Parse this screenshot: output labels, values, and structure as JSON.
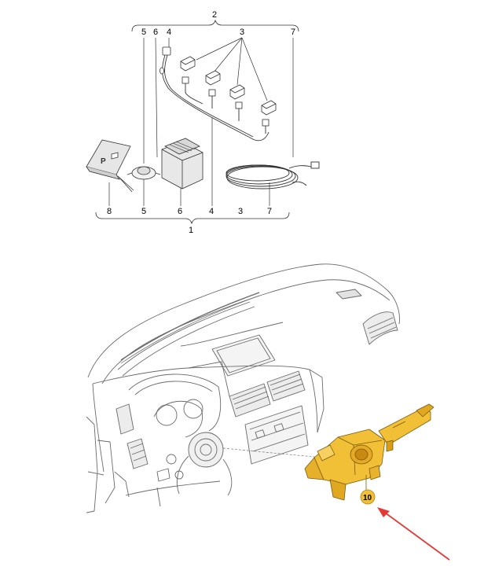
{
  "top_assembly": {
    "group_top": "2",
    "group_bottom": "1",
    "top_labels": [
      "5",
      "6",
      "4",
      "3",
      "7"
    ],
    "bottom_labels": [
      "8",
      "5",
      "6",
      "4",
      "3",
      "7"
    ],
    "module_sticker": "P"
  },
  "dashboard": {
    "callout": "10"
  },
  "colors": {
    "part_highlight": "#f2c037",
    "arrow": "#e53935",
    "line": "#333333"
  }
}
